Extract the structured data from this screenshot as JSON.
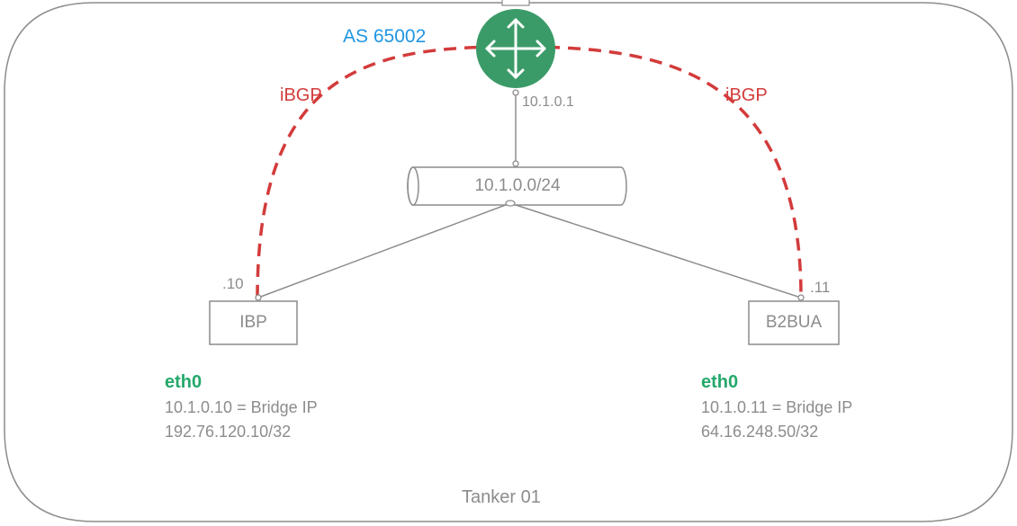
{
  "diagram": {
    "region_label": "Tanker 01",
    "router": {
      "as_label": "AS 65002",
      "interface_ip": "10.1.0.1"
    },
    "network": {
      "subnet": "10.1.0.0/24"
    },
    "sessions": {
      "left_label": "iBGP",
      "right_label": "iBGP"
    },
    "nodes": [
      {
        "name": "IBP",
        "host_suffix": ".10",
        "iface_name": "eth0",
        "iface_line1": "10.1.0.10 = Bridge IP",
        "iface_line2": "192.76.120.10/32"
      },
      {
        "name": "B2BUA",
        "host_suffix": ".11",
        "iface_name": "eth0",
        "iface_line1": "10.1.0.11 = Bridge IP",
        "iface_line2": "64.16.248.50/32"
      }
    ],
    "colors": {
      "outline": "#8c8c8c",
      "router_fill": "#3b9b68",
      "ibgp": "#d33b3b",
      "as_label": "#2196e3",
      "iface_name": "#25a86b"
    },
    "icons": {
      "router": "router-arrows-icon",
      "network": "cylinder-segment-icon"
    }
  }
}
